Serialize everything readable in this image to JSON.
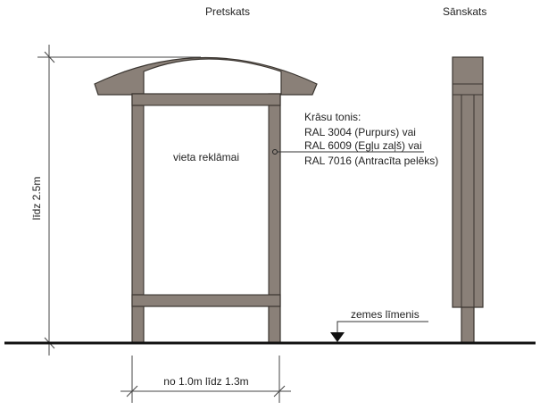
{
  "views": {
    "front_title": "Pretskats",
    "side_title": "Sānskats"
  },
  "labels": {
    "ad_space": "vieta reklāmai",
    "height_dim": "līdz 2.5m",
    "width_dim": "no 1.0m līdz 1.3m",
    "ground_level": "zemes līmenis"
  },
  "color_note": {
    "title": "Krāsu tonis:",
    "options": [
      "RAL 3004 (Purpurs) vai",
      "RAL 6009 (Egļu zaļš) vai",
      "RAL 7016 (Antracīta pelēks)"
    ]
  },
  "colors": {
    "wood": "#8a8078",
    "outline": "#3a3530"
  }
}
